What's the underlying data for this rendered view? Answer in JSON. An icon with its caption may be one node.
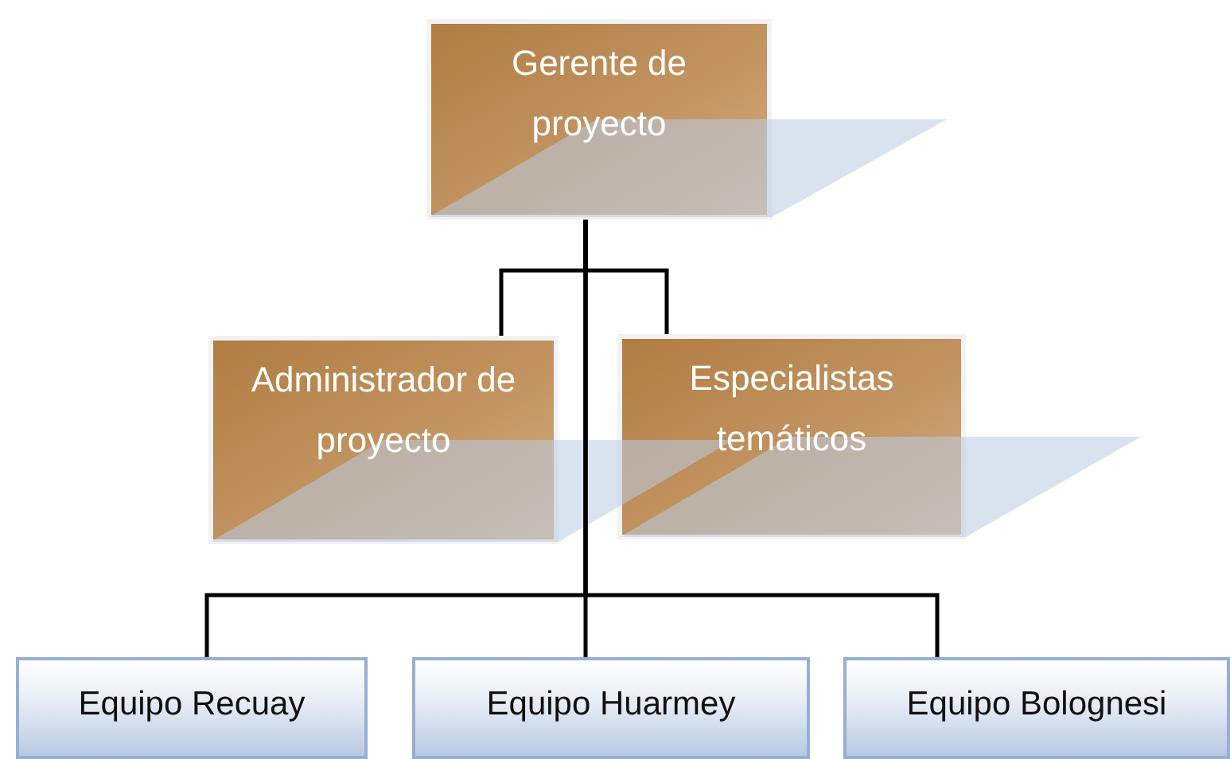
{
  "diagram": {
    "nodes": [
      {
        "text": [
          "Gerente de proyecto"
        ]
      },
      {
        "text": [
          "Administrador de proyecto"
        ]
      },
      {
        "text": [
          "Especialistas temáticos"
        ]
      },
      {
        "text": [
          "Equipo Recuay"
        ]
      },
      {
        "text": [
          "Equipo Huarmey"
        ]
      },
      {
        "text": [
          "Equipo Bolognesi"
        ]
      }
    ],
    "edges": [
      {
        "from": 0,
        "to": 1,
        "arrow": "none"
      },
      {
        "from": 0,
        "to": 2,
        "arrow": "none"
      },
      {
        "from": 0,
        "to": 3,
        "arrow": "none"
      },
      {
        "from": 0,
        "to": 4,
        "arrow": "none"
      },
      {
        "from": 0,
        "to": 5,
        "arrow": "none"
      }
    ]
  }
}
